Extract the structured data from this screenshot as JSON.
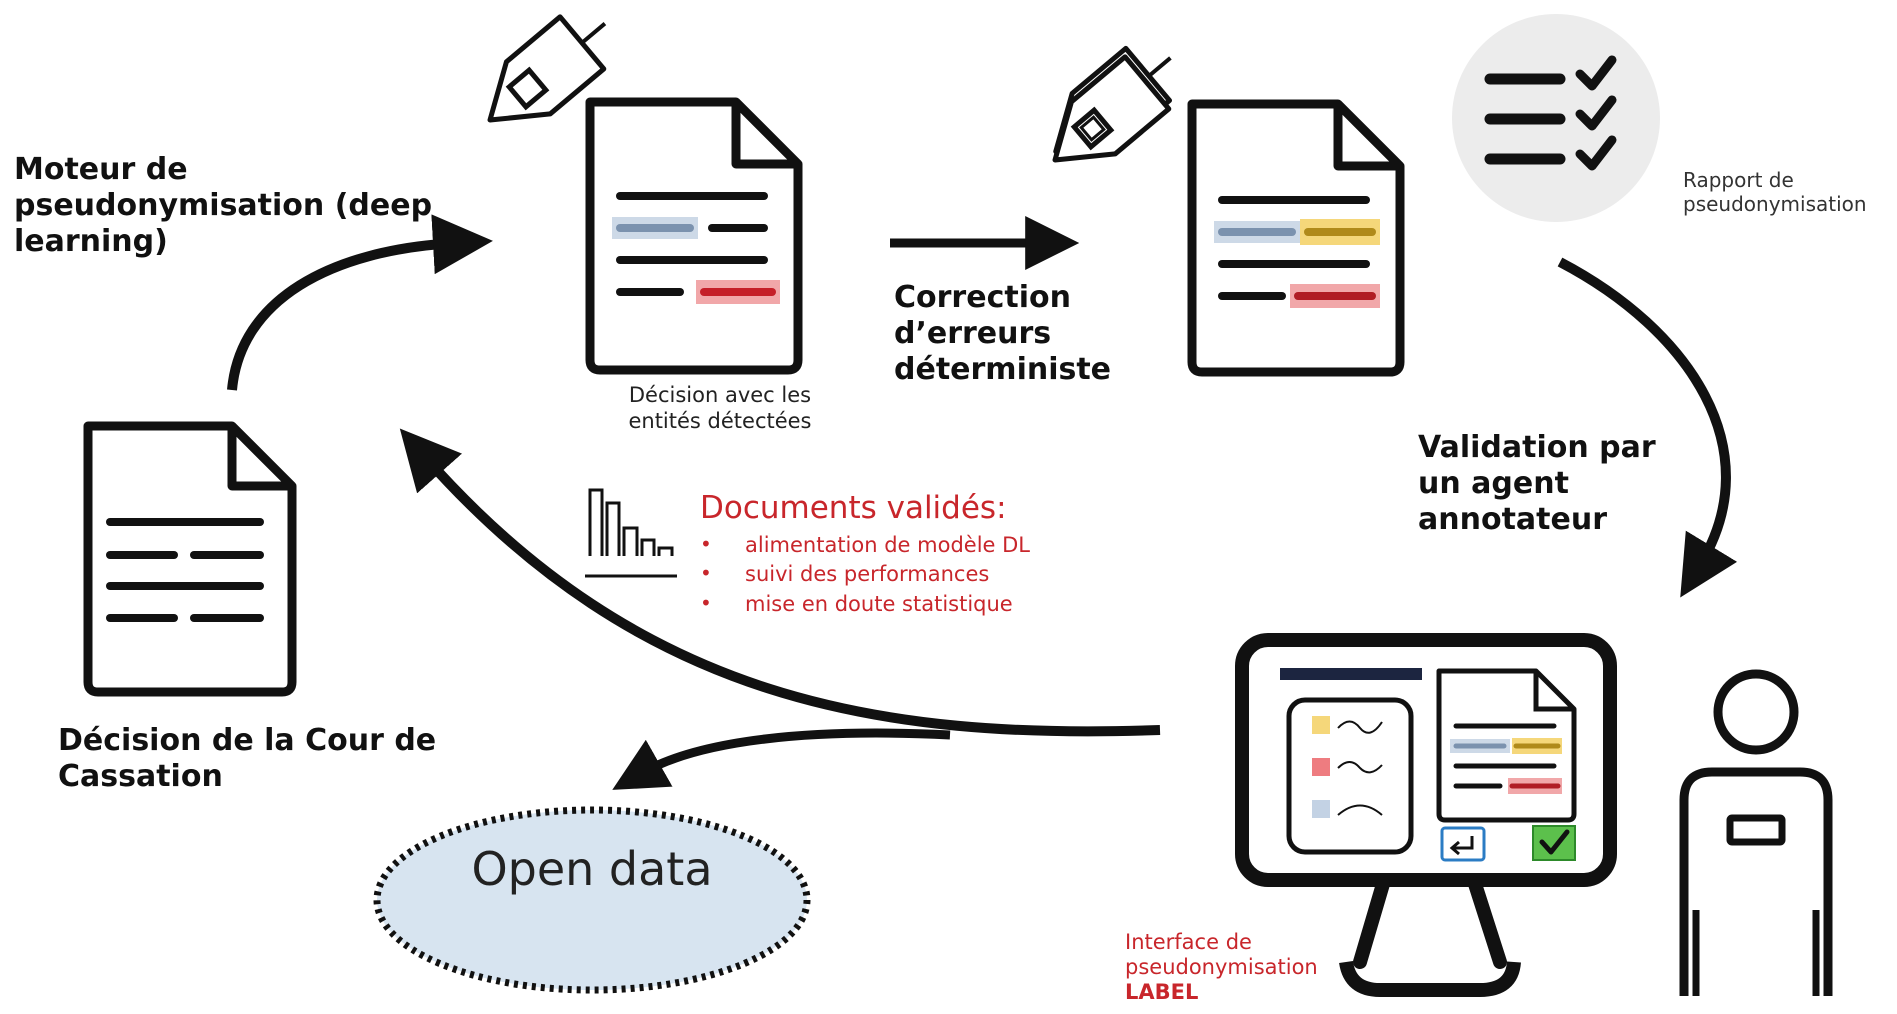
{
  "labels": {
    "moteur": "Moteur de pseudonymisation (deep learning)",
    "decision_cour": "Décision de la Cour de Cassation",
    "decision_entites": "Décision avec les entités détectées",
    "correction": "Correction d’erreurs déterministe",
    "rapport": "Rapport de pseudonymisation",
    "validation": "Validation par un agent annotateur",
    "interface": "Interface de pseudonymisation",
    "interface_brand": "LABEL"
  },
  "documents_valides": {
    "title": "Documents validés:",
    "items": [
      "alimentation de modèle DL",
      "suivi des performances",
      "mise en doute statistique"
    ]
  },
  "open_data": "Open data",
  "colors": {
    "accent_red": "#c8262b",
    "highlight_blue": "#9fb3cc",
    "highlight_yellow": "#e0b020",
    "highlight_red": "#d9363e",
    "open_data_fill": "#d7e4f0",
    "report_circle": "#ececec",
    "check_green": "#5cc04c"
  },
  "icons": [
    "document-icon",
    "tag-icon",
    "checklist-icon",
    "bar-chart-icon",
    "monitor-icon",
    "person-icon",
    "checkmark-icon",
    "undo-icon"
  ]
}
